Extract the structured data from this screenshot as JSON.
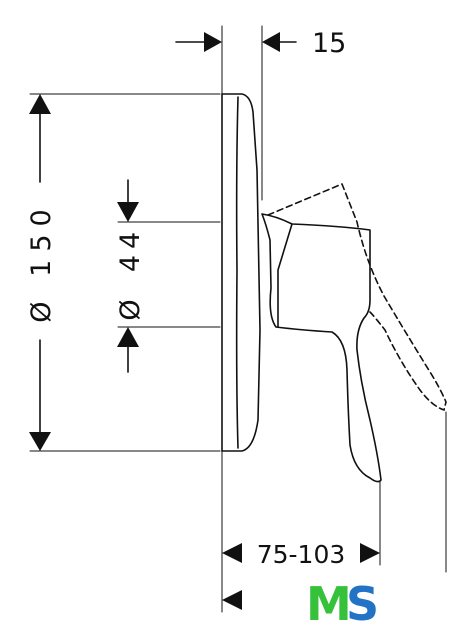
{
  "dimensions": {
    "thickness": "15",
    "diameter_plate": "Ø 150",
    "diameter_plate_symbol": "Ø",
    "diameter_plate_value": "150",
    "diameter_hole_value": "44",
    "diameter_hole_symbol": "Ø",
    "projection": "75-103"
  },
  "logo": {
    "text": "MS",
    "letter_1": "M",
    "letter_2": "S",
    "color_1": "#35c13a",
    "color_2": "#2273c5"
  },
  "colors": {
    "line": "#111111",
    "background": "#ffffff"
  }
}
